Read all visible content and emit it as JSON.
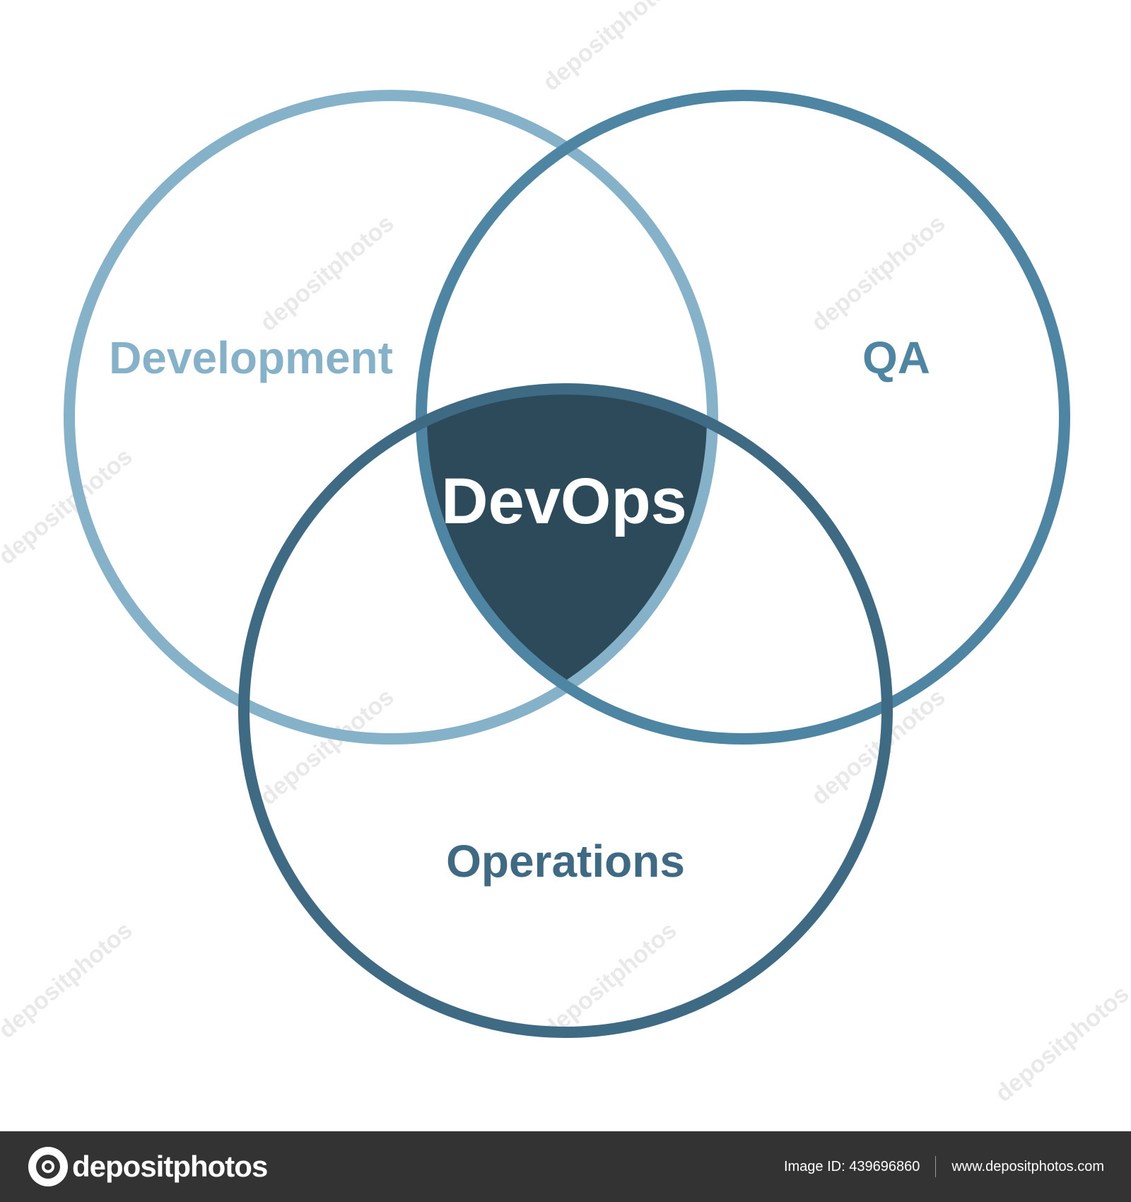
{
  "diagram": {
    "labels": {
      "development": "Development",
      "qa": "QA",
      "operations": "Operations",
      "center": "DevOps"
    },
    "colors": {
      "development": "#86B2C9",
      "qa": "#4E85A2",
      "operations": "#3E6A83",
      "center_fill": "#2D4A5A",
      "center_text": "#FFFFFF"
    },
    "watermark": "depositphotos"
  },
  "footer": {
    "brand": "depositphotos",
    "image_id": "Image ID: 439696860",
    "url": "www.depositphotos.com"
  }
}
